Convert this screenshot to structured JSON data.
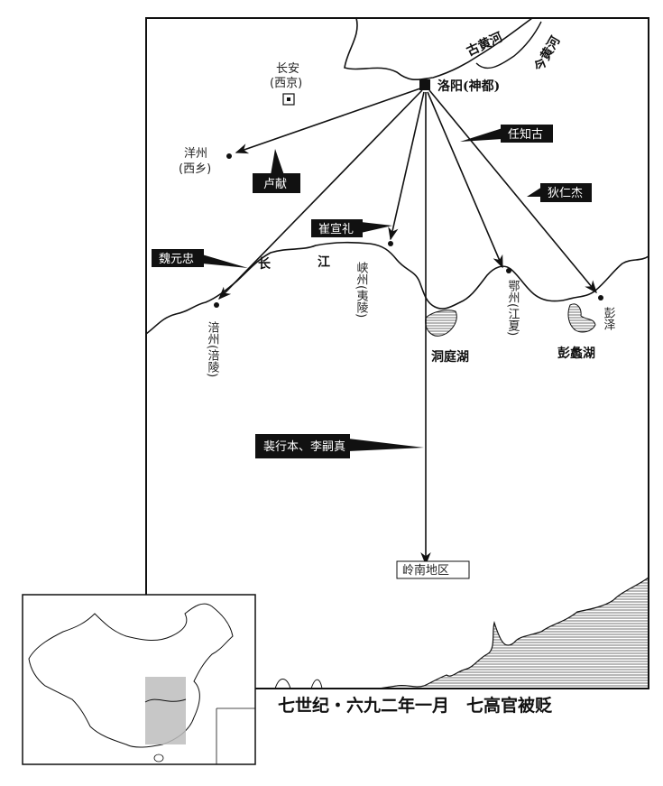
{
  "title": "七世纪・六九二年一月　七高官被贬",
  "capital": {
    "name": "洛阳",
    "alt": "(神都)"
  },
  "places": {
    "changan": {
      "name": "长安",
      "alt": "(西京)"
    },
    "yangzhou": {
      "name": "洋州",
      "alt": "(西乡)"
    },
    "fuzhou": {
      "name": "涪州",
      "alt": "(涪陵)"
    },
    "xiazhou": {
      "name": "峡州",
      "alt": "(夷陵)"
    },
    "ezhou": {
      "name": "鄂州",
      "alt": "(江夏)"
    },
    "pengze": {
      "name": "彭泽"
    },
    "lingnan": {
      "name": "岭南地区"
    }
  },
  "officials": {
    "lu_xian": "卢献",
    "ren_zhigu": "任知古",
    "di_renjie": "狄仁杰",
    "cui_xuanli": "崔宣礼",
    "wei_yuanzhong": "魏元忠",
    "pei_li": "裴行本、李嗣真"
  },
  "water": {
    "yangtze": [
      "长",
      "江"
    ],
    "old_yellow_river": "古黄河",
    "new_yellow_river": "今黄河",
    "dongting": "洞庭湖",
    "pengli": "彭蠡湖"
  },
  "colors": {
    "ink": "#111111",
    "inset_highlight": "#bdbdbd"
  }
}
